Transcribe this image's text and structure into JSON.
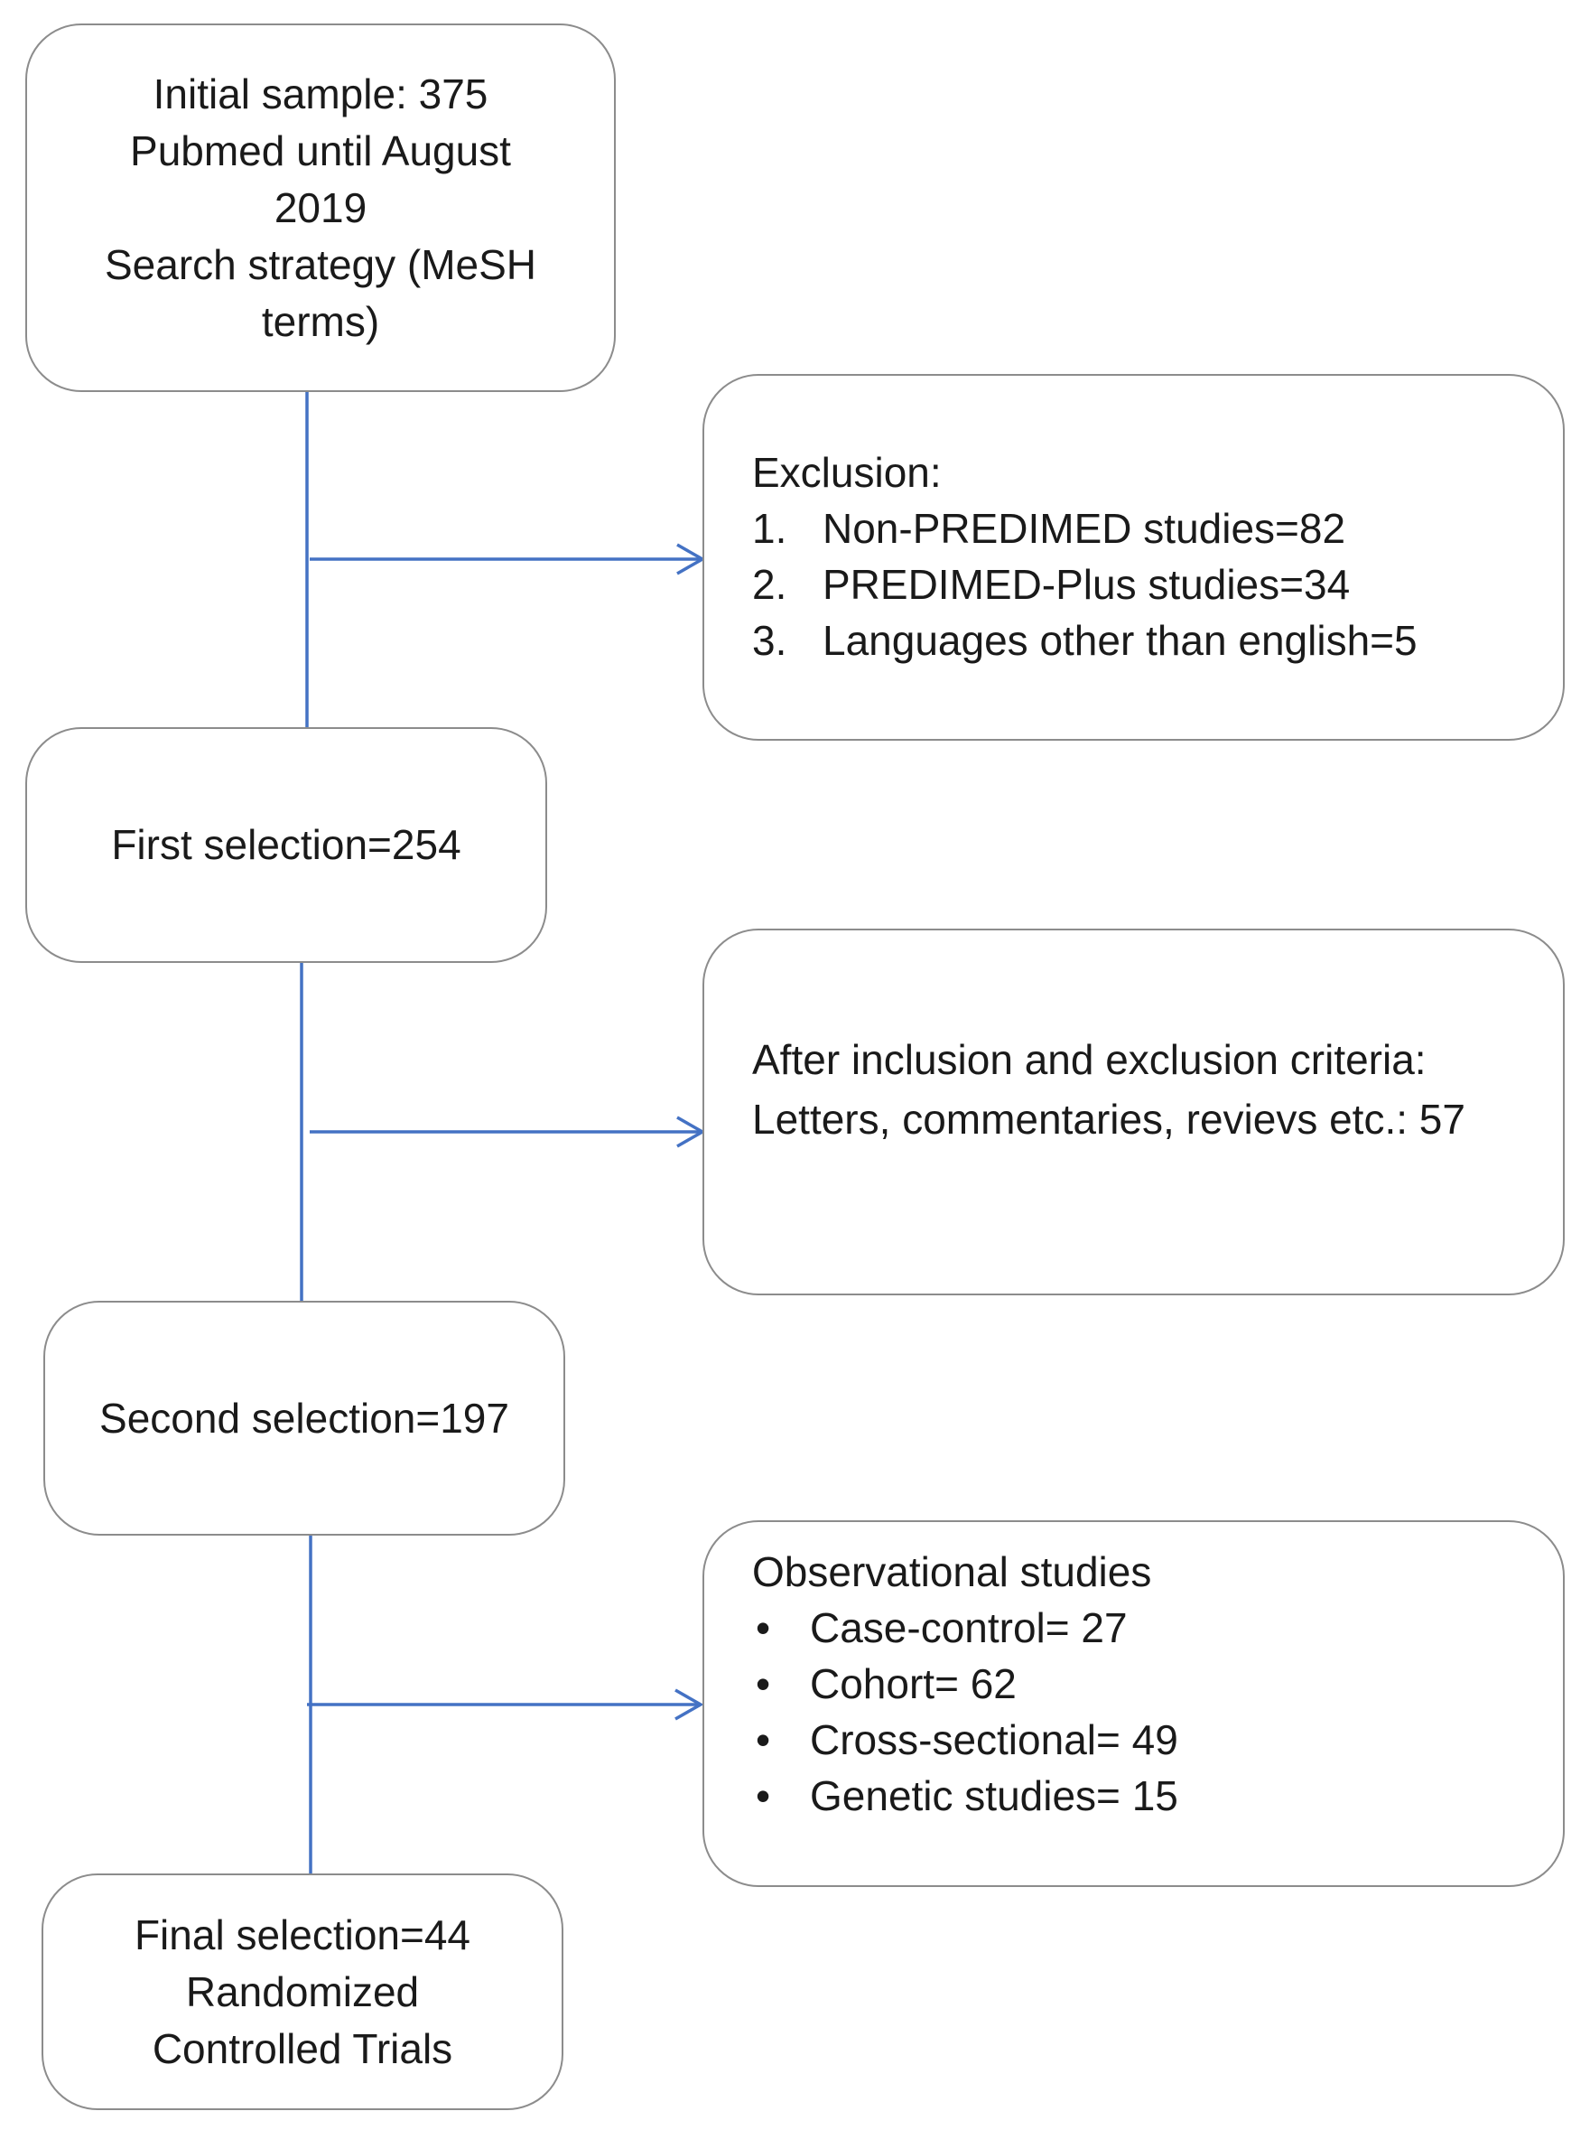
{
  "colors": {
    "connector": "#4472C4",
    "box_border": "#8c8c8c"
  },
  "initial": {
    "lines": [
      "Initial sample: 375",
      "Pubmed until August",
      "2019",
      "Search strategy (MeSH",
      "terms)"
    ]
  },
  "exclusion": {
    "title": "Exclusion:",
    "items": [
      {
        "num": "1.",
        "text": "Non-PREDIMED studies=82"
      },
      {
        "num": "2.",
        "text": "PREDIMED-Plus studies=34"
      },
      {
        "num": "3.",
        "text": "Languages other than english=5"
      }
    ]
  },
  "first_selection": {
    "text": "First selection=254"
  },
  "criteria": {
    "lines": [
      "After inclusion and  exclusion criteria:",
      "Letters, commentaries, revievs etc.: 57"
    ]
  },
  "second_selection": {
    "text": "Second selection=197"
  },
  "observational": {
    "title": "Observational studies",
    "items": [
      {
        "bullet": "•",
        "text": "Case-control= 27"
      },
      {
        "bullet": "•",
        "text": "Cohort= 62"
      },
      {
        "bullet": "•",
        "text": "Cross-sectional= 49"
      },
      {
        "bullet": "•",
        "text": "Genetic studies= 15"
      }
    ]
  },
  "final": {
    "lines": [
      "Final selection=44",
      "Randomized",
      "Controlled Trials"
    ]
  }
}
